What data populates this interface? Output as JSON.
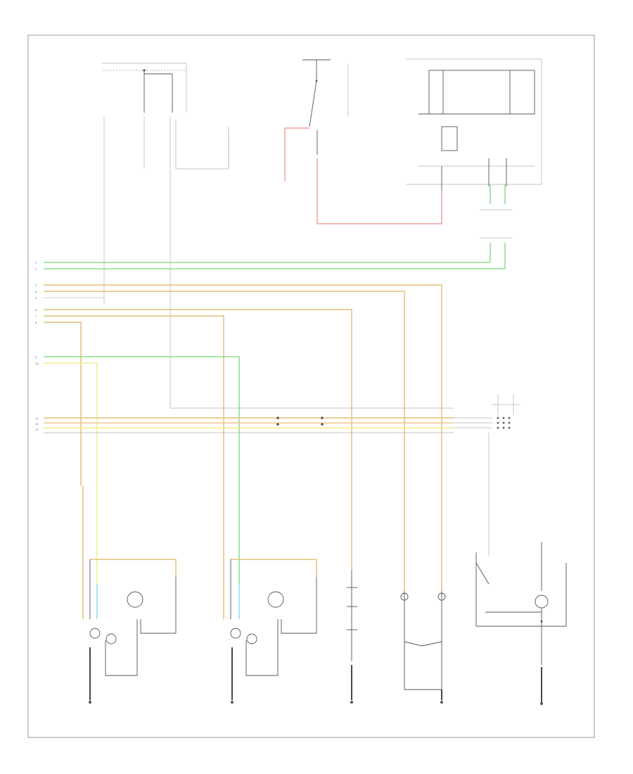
{
  "diagram": {
    "left_wire_labels": [
      "1",
      "2",
      "3",
      "4",
      "5",
      "6",
      "7",
      "8",
      "9",
      "10",
      "11",
      "12",
      "13"
    ],
    "footer_code": ""
  }
}
